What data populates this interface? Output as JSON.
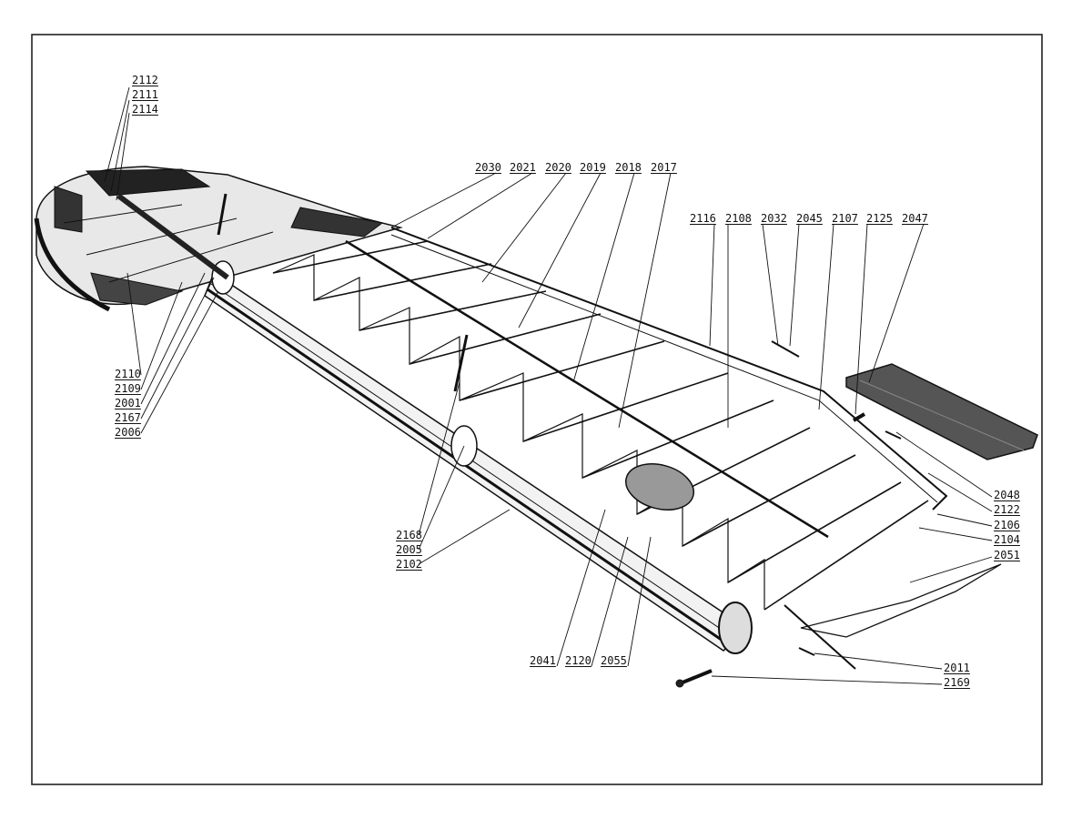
{
  "part_numbers": {
    "top_left": [
      "2112",
      "2111",
      "2114"
    ],
    "top_center": [
      "2030",
      "2021",
      "2020",
      "2019",
      "2018",
      "2017"
    ],
    "top_right": [
      "2116",
      "2108",
      "2032",
      "2045",
      "2107",
      "2125",
      "2047"
    ],
    "left": [
      "2110",
      "2109",
      "2001",
      "2167",
      "2006"
    ],
    "bottom_center_left": [
      "2168",
      "2005",
      "2102"
    ],
    "bottom_center": [
      "2041",
      "2120",
      "2055"
    ],
    "right": [
      "2048",
      "2122",
      "2106",
      "2104",
      "2051"
    ],
    "bottom_right": [
      "2011",
      "2169"
    ]
  },
  "colors": {
    "ink": "#111111",
    "paper": "#ffffff",
    "frame": "#222222"
  }
}
